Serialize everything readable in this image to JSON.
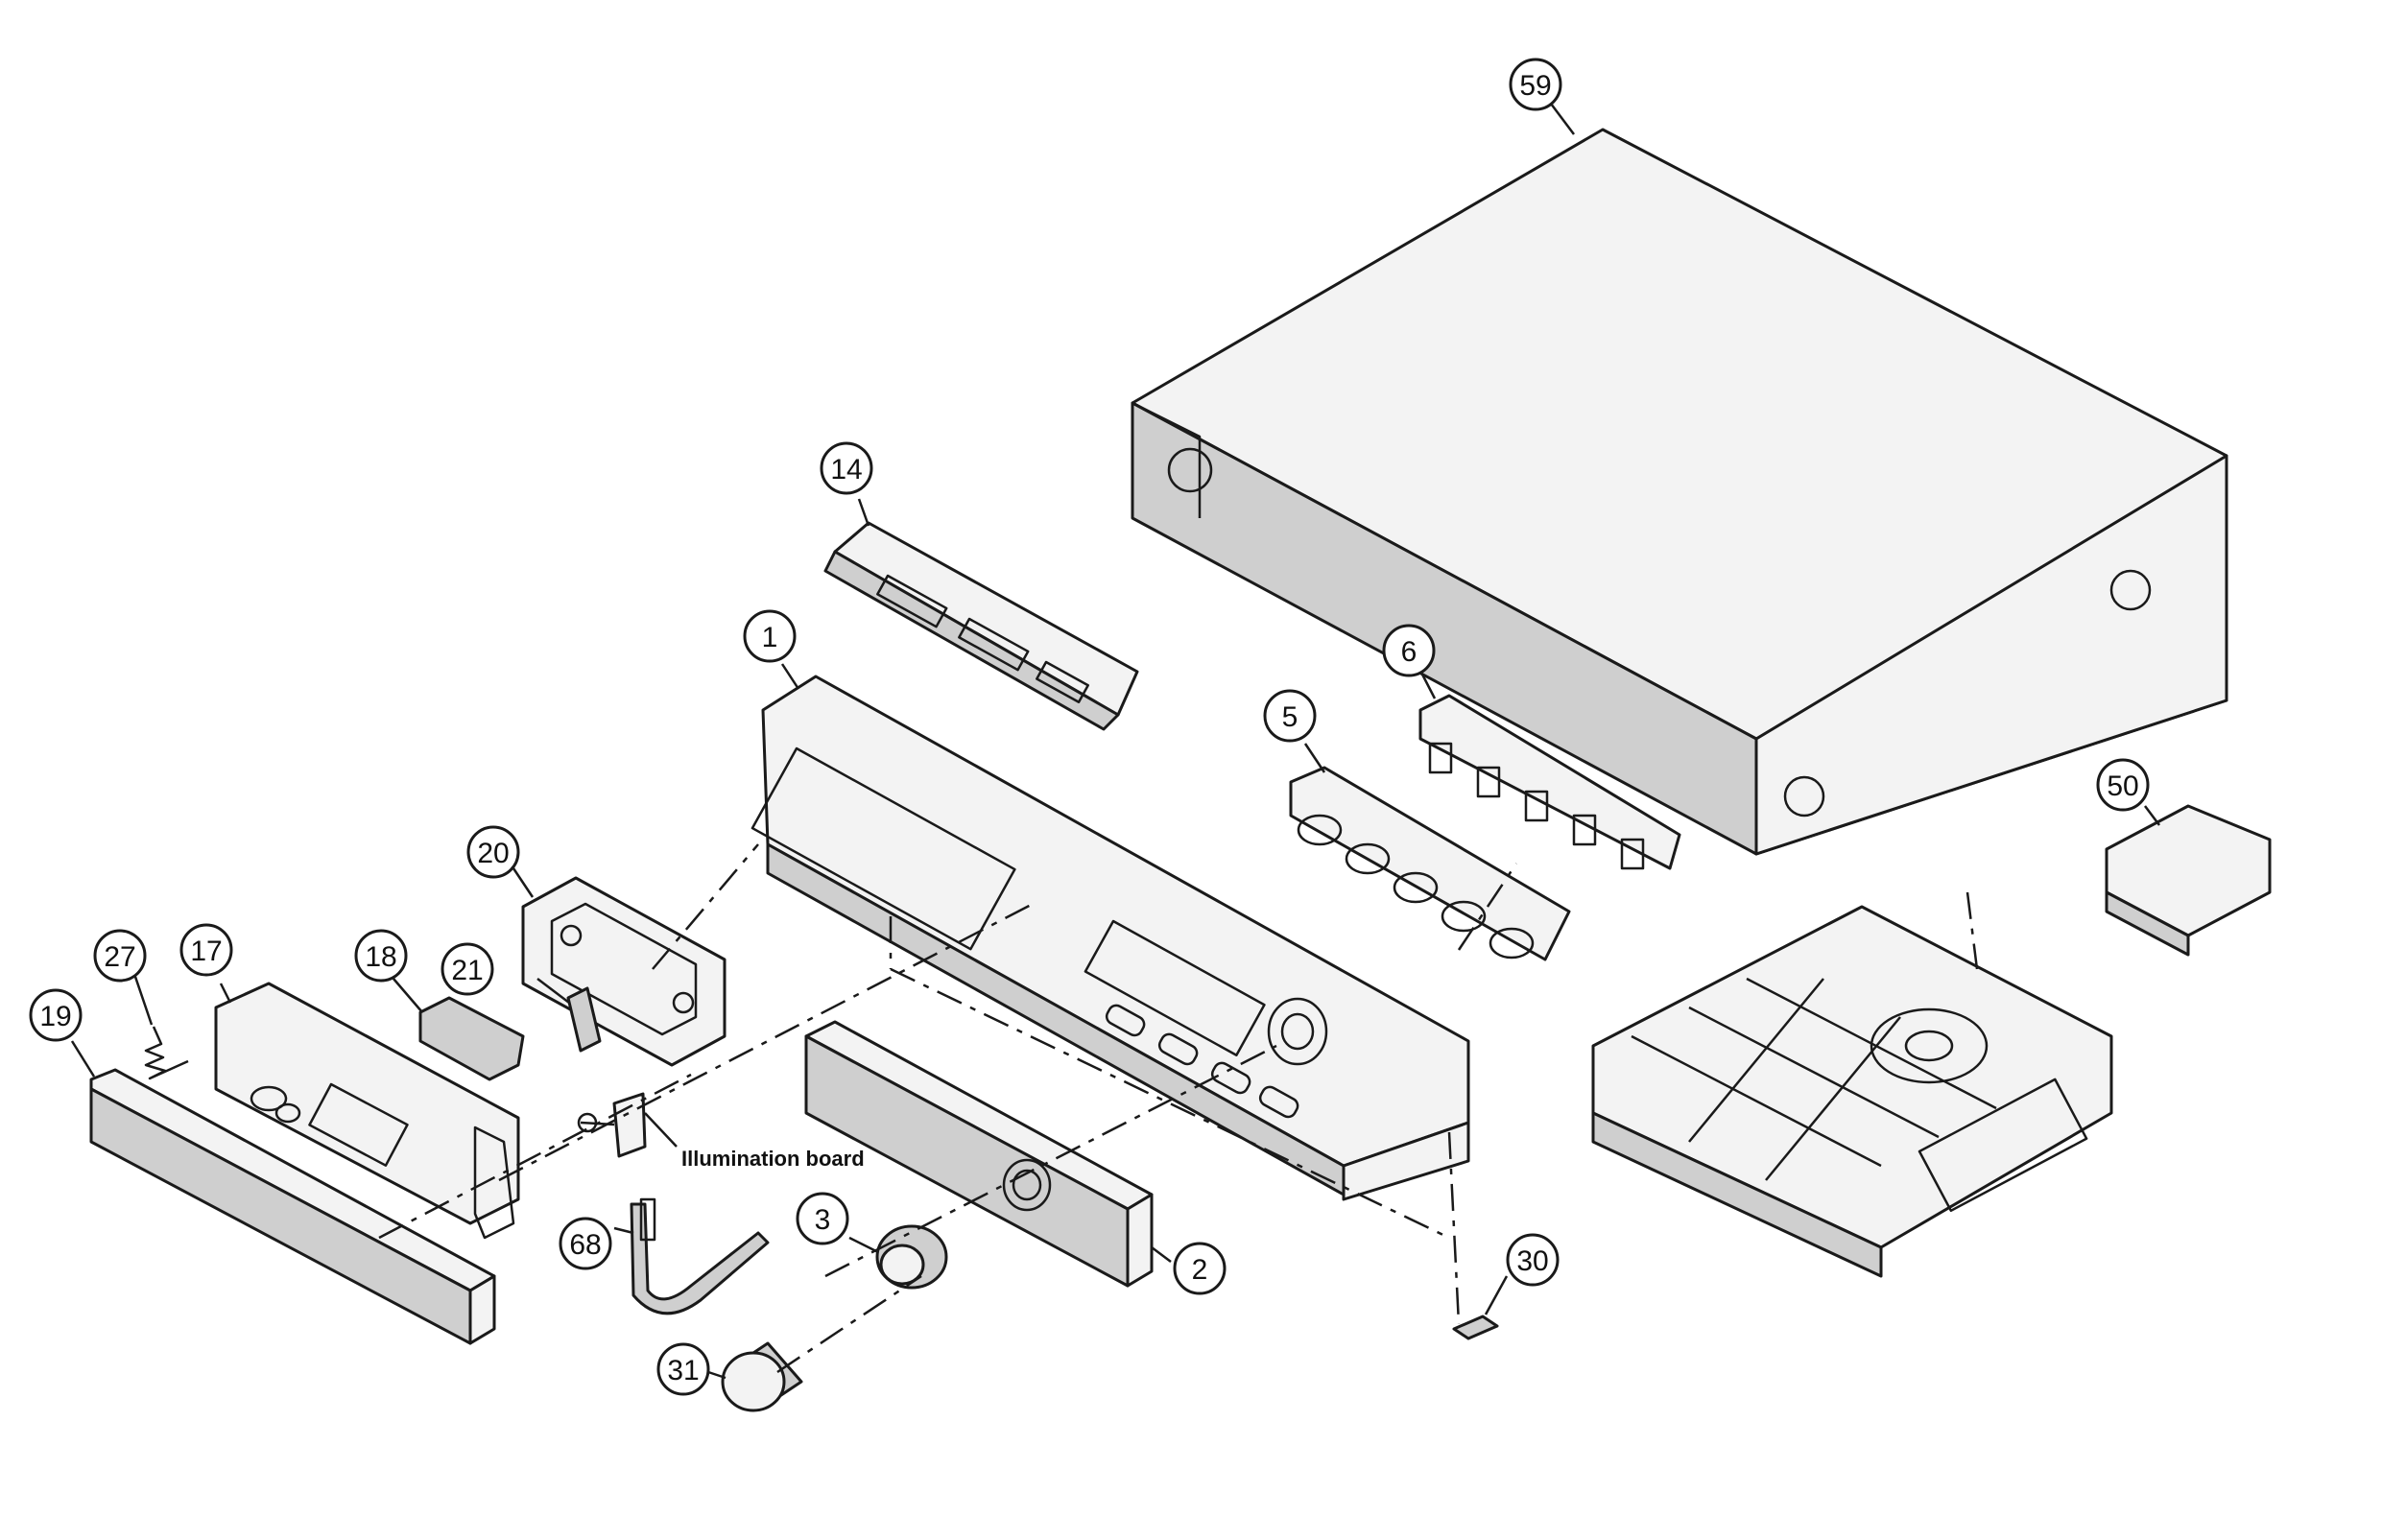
{
  "callouts": [
    {
      "id": "59",
      "label": "59"
    },
    {
      "id": "14",
      "label": "14"
    },
    {
      "id": "1",
      "label": "1"
    },
    {
      "id": "6",
      "label": "6"
    },
    {
      "id": "5",
      "label": "5"
    },
    {
      "id": "50",
      "label": "50"
    },
    {
      "id": "20",
      "label": "20"
    },
    {
      "id": "27",
      "label": "27"
    },
    {
      "id": "17",
      "label": "17"
    },
    {
      "id": "18",
      "label": "18"
    },
    {
      "id": "21",
      "label": "21"
    },
    {
      "id": "19",
      "label": "19"
    },
    {
      "id": "3",
      "label": "3"
    },
    {
      "id": "2",
      "label": "2"
    },
    {
      "id": "68",
      "label": "68"
    },
    {
      "id": "30",
      "label": "30"
    },
    {
      "id": "31",
      "label": "31"
    }
  ],
  "labels": {
    "illumination_board": "Illumination board"
  }
}
